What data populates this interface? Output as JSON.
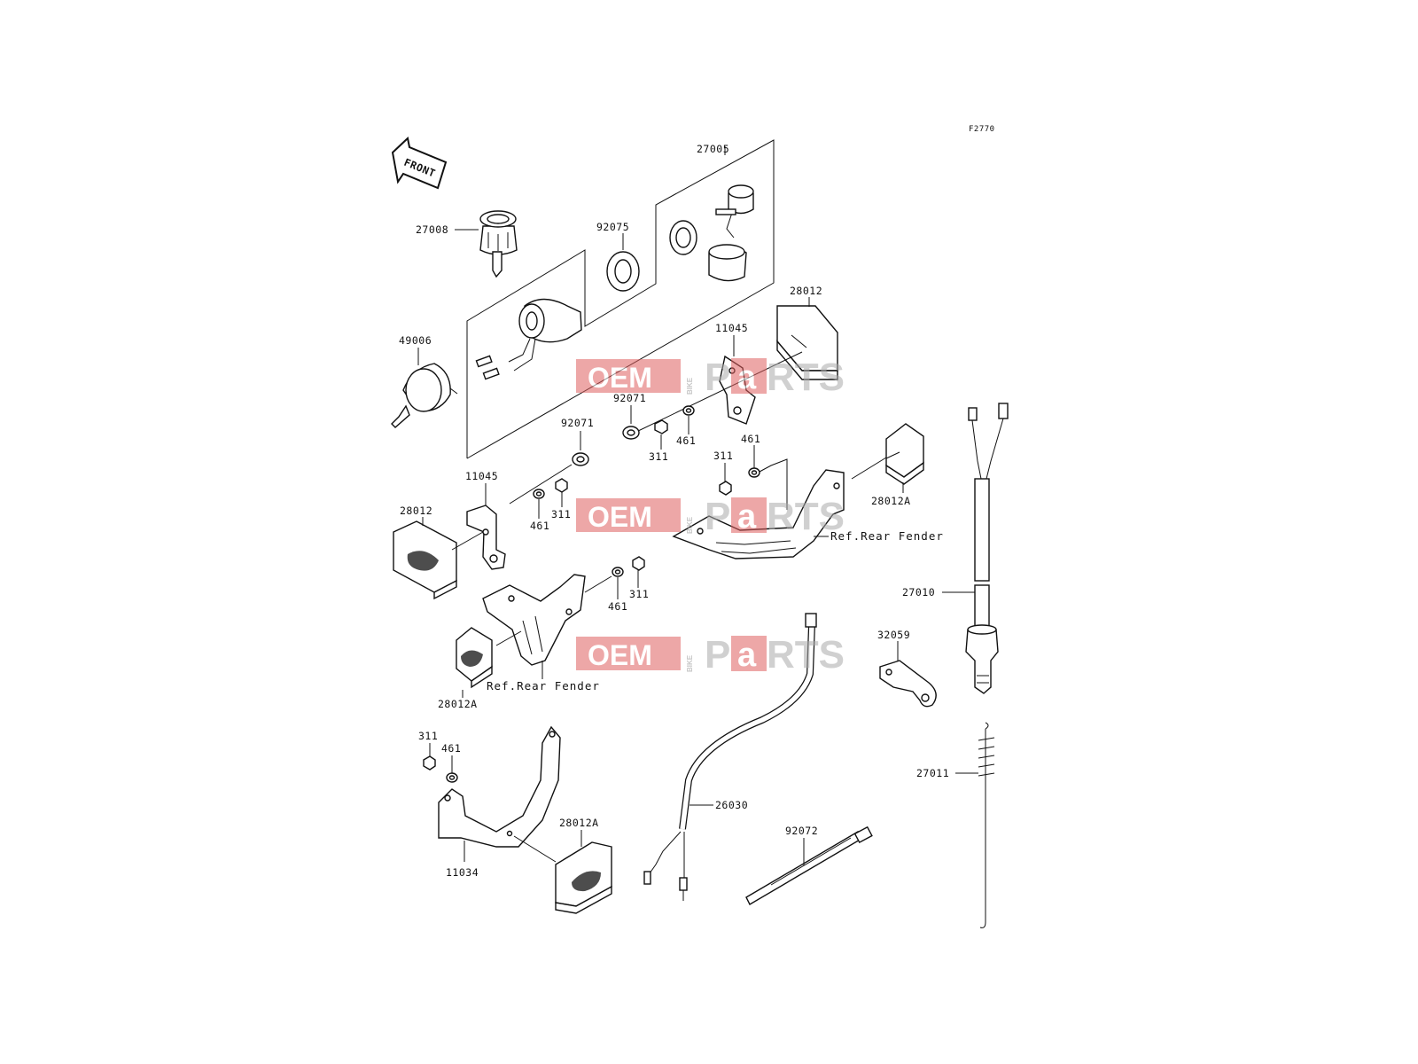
{
  "diagram_code": "F2770",
  "front_label": "FRONT",
  "watermark": {
    "prefix": "OEM",
    "small": "BIKE",
    "suffix_1": "P",
    "suffix_2": "a",
    "suffix_3": "RTS"
  },
  "ref_rear_fender": "Ref.Rear Fender",
  "parts": {
    "p27005": "27005",
    "p27008": "27008",
    "p92075": "92075",
    "p49006": "49006",
    "p28012_top": "28012",
    "p11045_top": "11045",
    "p92071_top": "92071",
    "p311_a": "311",
    "p461_a": "461",
    "p311_b": "311",
    "p461_b": "461",
    "p28012A_top": "28012A",
    "p92071_mid": "92071",
    "p11045_left": "11045",
    "p28012_left": "28012",
    "p461_c": "461",
    "p311_c": "311",
    "p461_d": "461",
    "p311_d": "311",
    "p28012A_mid": "28012A",
    "p311_e": "311",
    "p461_e": "461",
    "p11034": "11034",
    "p28012A_bottom": "28012A",
    "p26030": "26030",
    "p92072": "92072",
    "p27010": "27010",
    "p32059": "32059",
    "p27011": "27011"
  }
}
